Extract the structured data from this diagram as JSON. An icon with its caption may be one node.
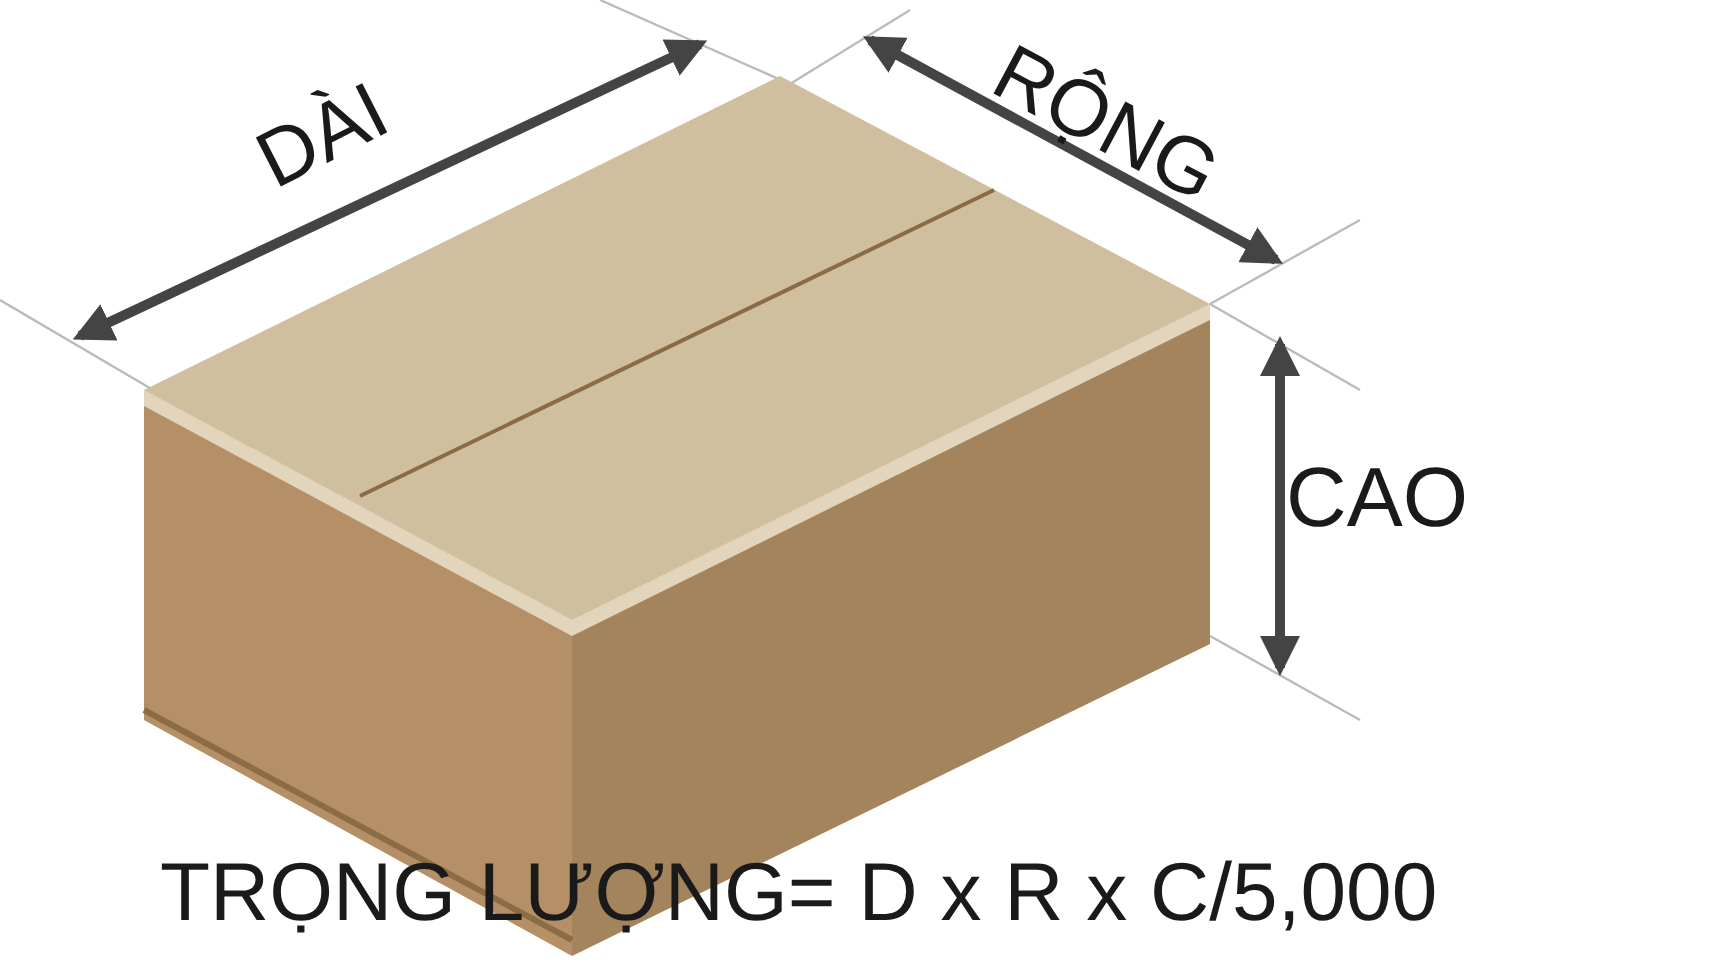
{
  "diagram": {
    "labels": [
      "DÀI",
      "RỘNG",
      "CAO",
      "TRỌNG LƯỢNG= D x R x C/5,000"
    ]
  }
}
